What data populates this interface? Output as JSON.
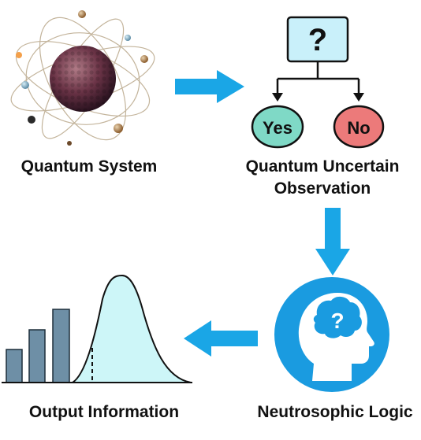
{
  "nodes": {
    "quantum_system": {
      "label": "Quantum System"
    },
    "observation": {
      "label_line1": "Quantum Uncertain",
      "label_line2": "Observation",
      "question_mark": "?",
      "yes_label": "Yes",
      "no_label": "No"
    },
    "neutrosophic": {
      "label": "Neutrosophic Logic",
      "question_mark": "?"
    },
    "output": {
      "label": "Output Information"
    }
  },
  "colors": {
    "arrow": "#1aa6e6",
    "yes_fill": "#7fd9c6",
    "no_fill": "#ec7a7a",
    "decision_box": "#c9f0fa",
    "logic_circle": "#1a9be0",
    "bars": "#6e8fa6",
    "curve_fill": "#cdf6f8"
  }
}
